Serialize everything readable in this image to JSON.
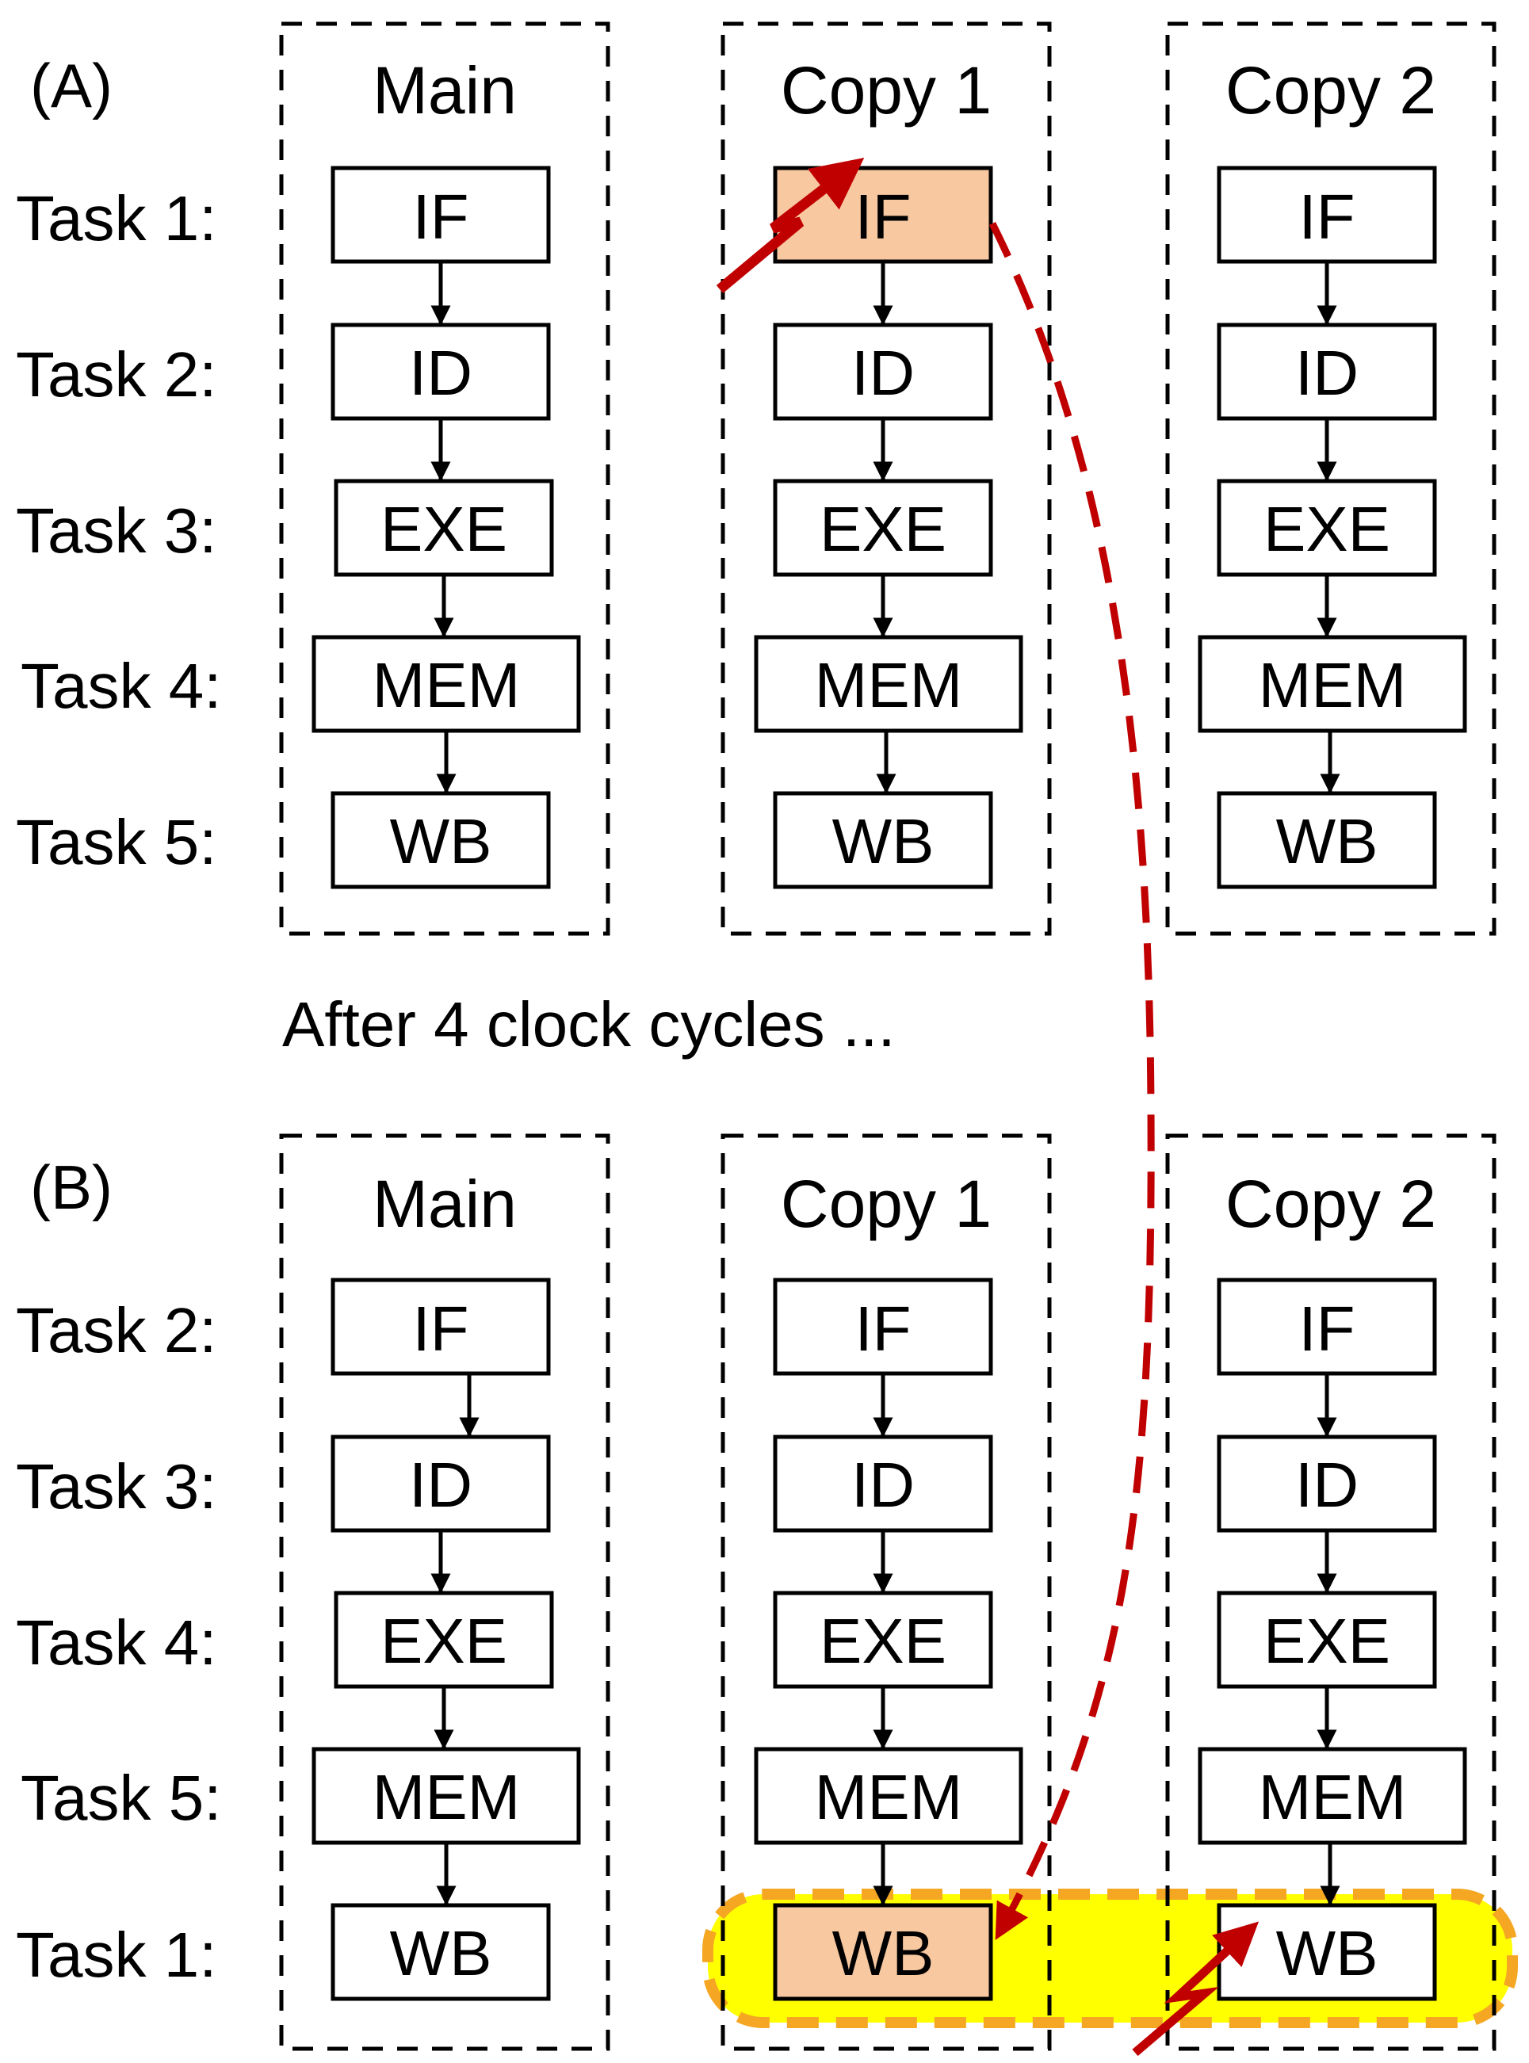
{
  "panels": [
    {
      "label": "(A)",
      "columns": [
        {
          "title": "Main",
          "stages": [
            "IF",
            "ID",
            "EXE",
            "MEM",
            "WB"
          ]
        },
        {
          "title": "Copy 1",
          "stages": [
            "IF",
            "ID",
            "EXE",
            "MEM",
            "WB"
          ]
        },
        {
          "title": "Copy 2",
          "stages": [
            "IF",
            "ID",
            "EXE",
            "MEM",
            "WB"
          ]
        }
      ],
      "tasks": [
        "Task 1:",
        "Task 2:",
        "Task 3:",
        "Task 4:",
        "Task 5:"
      ],
      "highlighted": {
        "column": 1,
        "stage": 0
      }
    },
    {
      "label": "(B)",
      "columns": [
        {
          "title": "Main",
          "stages": [
            "IF",
            "ID",
            "EXE",
            "MEM",
            "WB"
          ]
        },
        {
          "title": "Copy 1",
          "stages": [
            "IF",
            "ID",
            "EXE",
            "MEM",
            "WB"
          ]
        },
        {
          "title": "Copy 2",
          "stages": [
            "IF",
            "ID",
            "EXE",
            "MEM",
            "WB"
          ]
        }
      ],
      "tasks": [
        "Task 2:",
        "Task 3:",
        "Task 4:",
        "Task 5:",
        "Task 1:"
      ],
      "highlighted": {
        "column": 1,
        "stage": 4
      }
    }
  ],
  "middle_caption": "After 4 clock cycles ...",
  "colors": {
    "highlight_box": "#F8C8A0",
    "error_arrow": "#C00000",
    "comparison_fill": "#FFFF00",
    "comparison_border": "#F5A623",
    "outline": "#000000"
  }
}
